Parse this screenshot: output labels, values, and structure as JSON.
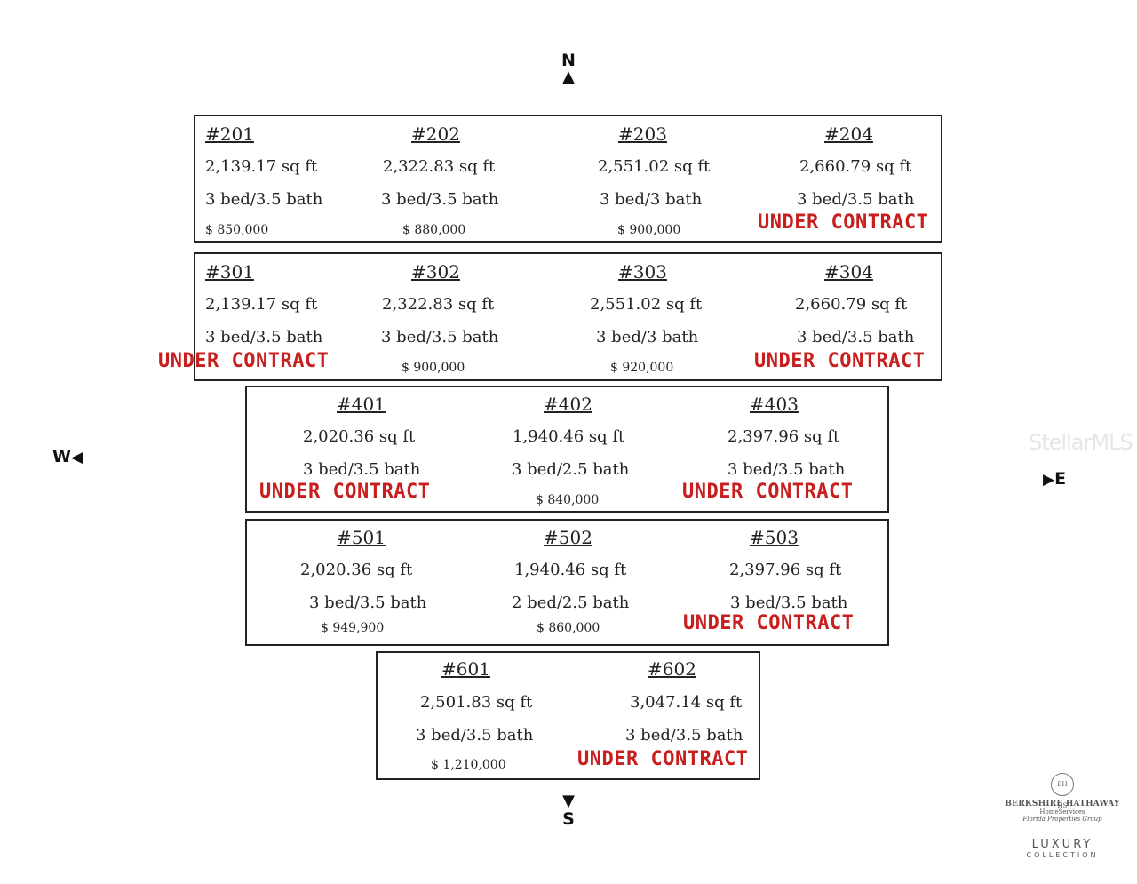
{
  "compass": {
    "north": {
      "letter": "N",
      "arrow": "▲"
    },
    "south": {
      "letter": "S",
      "arrow": "▼"
    },
    "west": {
      "letter": "W",
      "arrow": "◀"
    },
    "east": {
      "letter": "E",
      "arrow": "▶"
    }
  },
  "status_label": "UNDER CONTRACT",
  "status_color": "#c81e1e",
  "floors": [
    {
      "units": [
        {
          "num": "#201",
          "sqft": "2,139.17 sq ft",
          "bath": "3 bed/3.5 bath",
          "price": "$ 850,000",
          "under_contract": false
        },
        {
          "num": "#202",
          "sqft": "2,322.83 sq ft",
          "bath": "3 bed/3.5 bath",
          "price": "$ 880,000",
          "under_contract": false
        },
        {
          "num": "#203",
          "sqft": "2,551.02 sq ft",
          "bath": "3 bed/3 bath",
          "price": "$ 900,000",
          "under_contract": false
        },
        {
          "num": "#204",
          "sqft": "2,660.79 sq ft",
          "bath": "3 bed/3.5 bath",
          "price": null,
          "under_contract": true
        }
      ]
    },
    {
      "units": [
        {
          "num": "#301",
          "sqft": "2,139.17 sq ft",
          "bath": "3 bed/3.5 bath",
          "price": null,
          "under_contract": true
        },
        {
          "num": "#302",
          "sqft": "2,322.83 sq ft",
          "bath": "3 bed/3.5 bath",
          "price": "$ 900,000",
          "under_contract": false
        },
        {
          "num": "#303",
          "sqft": "2,551.02 sq ft",
          "bath": "3 bed/3 bath",
          "price": "$ 920,000",
          "under_contract": false
        },
        {
          "num": "#304",
          "sqft": "2,660.79 sq ft",
          "bath": "3 bed/3.5 bath",
          "price": null,
          "under_contract": true
        }
      ]
    },
    {
      "units": [
        {
          "num": "#401",
          "sqft": "2,020.36 sq ft",
          "bath": "3 bed/3.5 bath",
          "price": null,
          "under_contract": true
        },
        {
          "num": "#402",
          "sqft": "1,940.46 sq ft",
          "bath": "3 bed/2.5 bath",
          "price": "$ 840,000",
          "under_contract": false
        },
        {
          "num": "#403",
          "sqft": "2,397.96 sq ft",
          "bath": "3 bed/3.5 bath",
          "price": null,
          "under_contract": true
        }
      ]
    },
    {
      "units": [
        {
          "num": "#501",
          "sqft": "2,020.36 sq ft",
          "bath": "3 bed/3.5 bath",
          "price": "$ 949,900",
          "under_contract": false
        },
        {
          "num": "#502",
          "sqft": "1,940.46 sq ft",
          "bath": "2 bed/2.5 bath",
          "price": "$ 860,000",
          "under_contract": false
        },
        {
          "num": "#503",
          "sqft": "2,397.96 sq ft",
          "bath": "3 bed/3.5 bath",
          "price": null,
          "under_contract": true
        }
      ]
    },
    {
      "units": [
        {
          "num": "#601",
          "sqft": "2,501.83 sq ft",
          "bath": "3 bed/3.5 bath",
          "price": "$ 1,210,000",
          "under_contract": false
        },
        {
          "num": "#602",
          "sqft": "3,047.14 sq ft",
          "bath": "3 bed/3.5 bath",
          "price": null,
          "under_contract": true
        }
      ]
    }
  ],
  "watermark": "StellarMLS",
  "logo": {
    "seal": "BH HS",
    "line1": "BERKSHIRE HATHAWAY",
    "line2": "HomeServices",
    "line3": "Florida Properties Group",
    "line4": "LUXURY",
    "line5": "COLLECTION"
  }
}
